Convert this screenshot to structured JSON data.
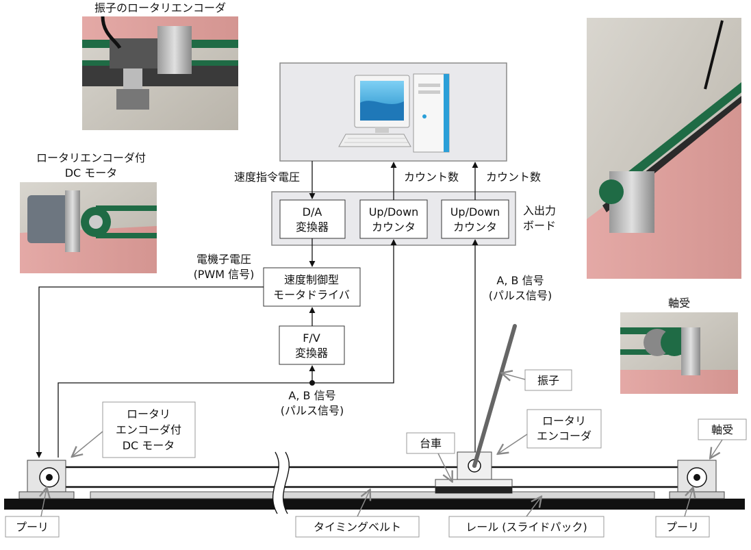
{
  "photos": {
    "pendulum_encoder": {
      "caption": "振子のロータリエンコーダ"
    },
    "motor": {
      "caption_line1": "ロータリエンコーダ付",
      "caption_line2": "DC モータ"
    },
    "bearing": {
      "caption": "軸受"
    }
  },
  "blocks": {
    "da": {
      "line1": "D/A",
      "line2": "変換器"
    },
    "counter1": {
      "line1": "Up/Down",
      "line2": "カウンタ"
    },
    "counter2": {
      "line1": "Up/Down",
      "line2": "カウンタ"
    },
    "driver": {
      "line1": "速度制御型",
      "line2": "モータドライバ"
    },
    "fv": {
      "line1": "F/V",
      "line2": "変換器"
    }
  },
  "labels": {
    "io_board_line1": "入出力",
    "io_board_line2": "ボード",
    "speed_cmd": "速度指令電圧",
    "count1": "カウント数",
    "count2": "カウント数",
    "armature_line1": "電機子電圧",
    "armature_line2": "(PWM 信号)",
    "ab_upper_line1": "A, B 信号",
    "ab_upper_line2": "(パルス信号)",
    "ab_lower_line1": "A, B 信号",
    "ab_lower_line2": "(パルス信号)"
  },
  "callouts": {
    "motor_line1": "ロータリ",
    "motor_line2": "エンコーダ付",
    "motor_line3": "DC モータ",
    "pendulum": "振子",
    "encoder_line1": "ロータリ",
    "encoder_line2": "エンコーダ",
    "cart": "台車",
    "bearing": "軸受",
    "pulley_left": "プーリ",
    "pulley_right": "プーリ",
    "belt": "タイミングベルト",
    "rail": "レール (スライドパック)"
  },
  "colors": {
    "box_fill": "#e9e9ec",
    "box_stroke": "#8a8a8a",
    "belt_green": "#1f6b45",
    "rail": "#111111",
    "monitor_blue": "#2b9fd8"
  }
}
